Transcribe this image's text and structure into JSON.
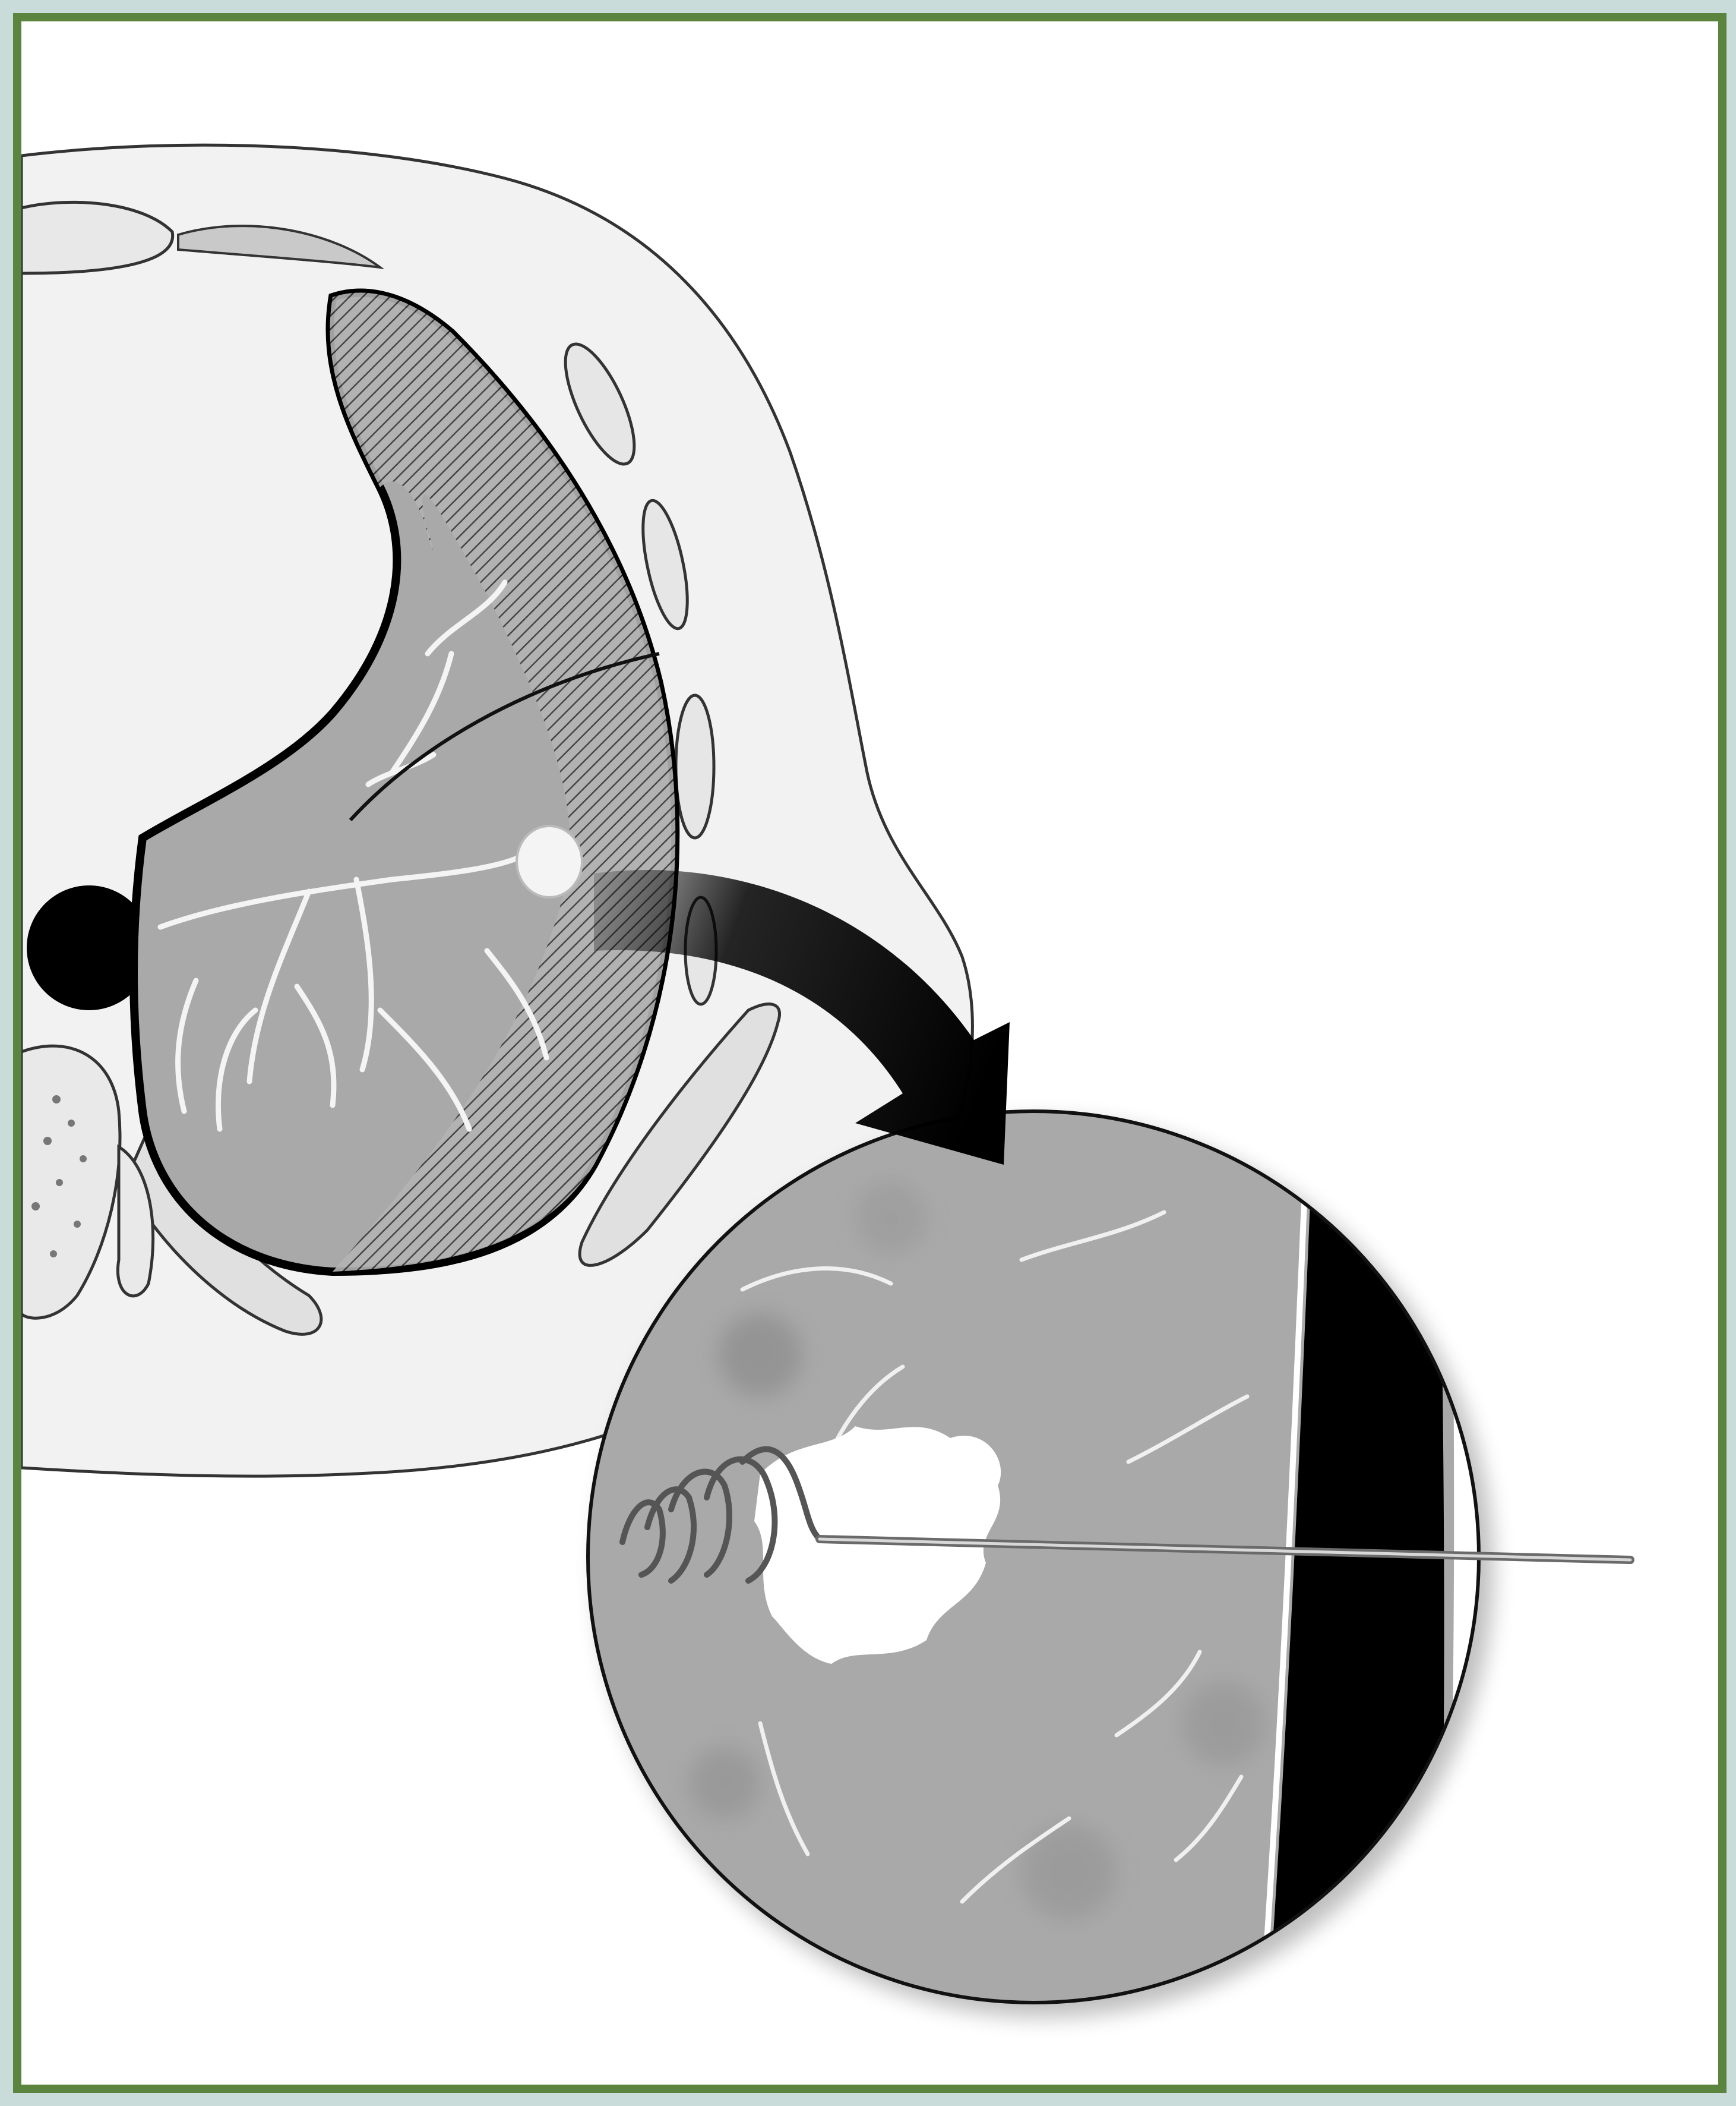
{
  "figure": {
    "frame_color": "#5b843f",
    "outer_background": "#c9dcd9",
    "panel_background": "#ffffff",
    "lung_fill": "#a9a9a9",
    "tissue_fill": "#f2f2f2",
    "pleura_color": "#000000"
  },
  "illustration": {
    "overview": "chest-cross-section",
    "magnified": "magnified-lesion-view",
    "connector": "curved-arrow",
    "device": "coil-marker-on-wire"
  }
}
